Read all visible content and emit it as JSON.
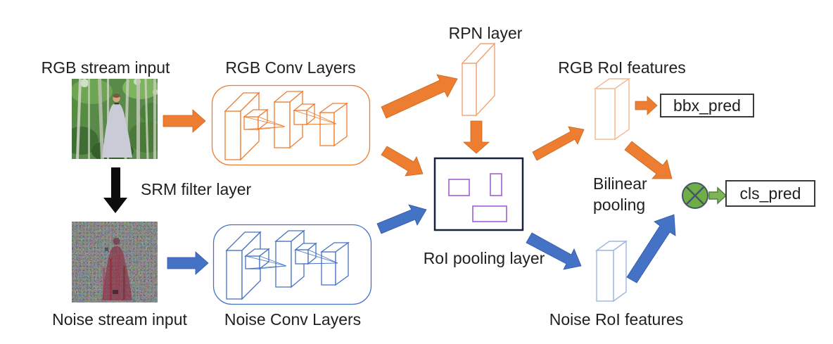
{
  "figure": {
    "type": "architecture-diagram",
    "labels": {
      "rgb_stream_input": "RGB stream input",
      "rgb_conv_layers": "RGB Conv Layers",
      "rpn_layer": "RPN layer",
      "rgb_roi_features": "RGB RoI features",
      "srm_filter_layer": "SRM filter layer",
      "noise_stream_input": "Noise stream input",
      "noise_conv_layers": "Noise Conv Layers",
      "roi_pooling_layer": "RoI pooling layer",
      "bilinear_pooling": "Bilinear pooling",
      "noise_roi_features": "Noise RoI features",
      "bbx_pred": "bbx_pred",
      "cls_pred": "cls_pred"
    },
    "colors": {
      "rgb_stream_arrow": "#ED7D31",
      "rgb_layer_outline_light": "#F2A36F",
      "noise_stream_arrow": "#4472C4",
      "noise_layer_outline_light": "#9DB6E0",
      "srm_arrow": "#0d0d0d",
      "fusion_node_fill": "#6FAE47",
      "fusion_node_border": "#44546A",
      "fusion_arrow": "#7CB457",
      "fusion_arrow_border": "#538135",
      "roi_pooling_border": "#17233D",
      "roi_region_outline": "#A05FD6",
      "pred_box_border": "#3a3a3a",
      "text": "#1f1f1f"
    },
    "edges": [
      {
        "from": "RGB stream input",
        "to": "RGB Conv Layers",
        "color": "orange"
      },
      {
        "from": "RGB stream input",
        "to": "Noise stream input",
        "via": "SRM filter layer",
        "color": "black"
      },
      {
        "from": "Noise stream input",
        "to": "Noise Conv Layers",
        "color": "blue"
      },
      {
        "from": "RGB Conv Layers",
        "to": "RPN layer",
        "color": "orange"
      },
      {
        "from": "RGB Conv Layers",
        "to": "RoI pooling layer",
        "color": "orange"
      },
      {
        "from": "RPN layer",
        "to": "RoI pooling layer",
        "color": "orange"
      },
      {
        "from": "Noise Conv Layers",
        "to": "RoI pooling layer",
        "color": "blue"
      },
      {
        "from": "RoI pooling layer",
        "to": "RGB RoI features",
        "color": "orange"
      },
      {
        "from": "RoI pooling layer",
        "to": "Noise RoI features",
        "color": "blue"
      },
      {
        "from": "RGB RoI features",
        "to": "bbx_pred",
        "color": "orange"
      },
      {
        "from": "RGB RoI features",
        "to": "Bilinear pooling",
        "color": "orange"
      },
      {
        "from": "Noise RoI features",
        "to": "Bilinear pooling",
        "color": "blue"
      },
      {
        "from": "Bilinear pooling",
        "to": "cls_pred",
        "color": "green"
      }
    ]
  }
}
